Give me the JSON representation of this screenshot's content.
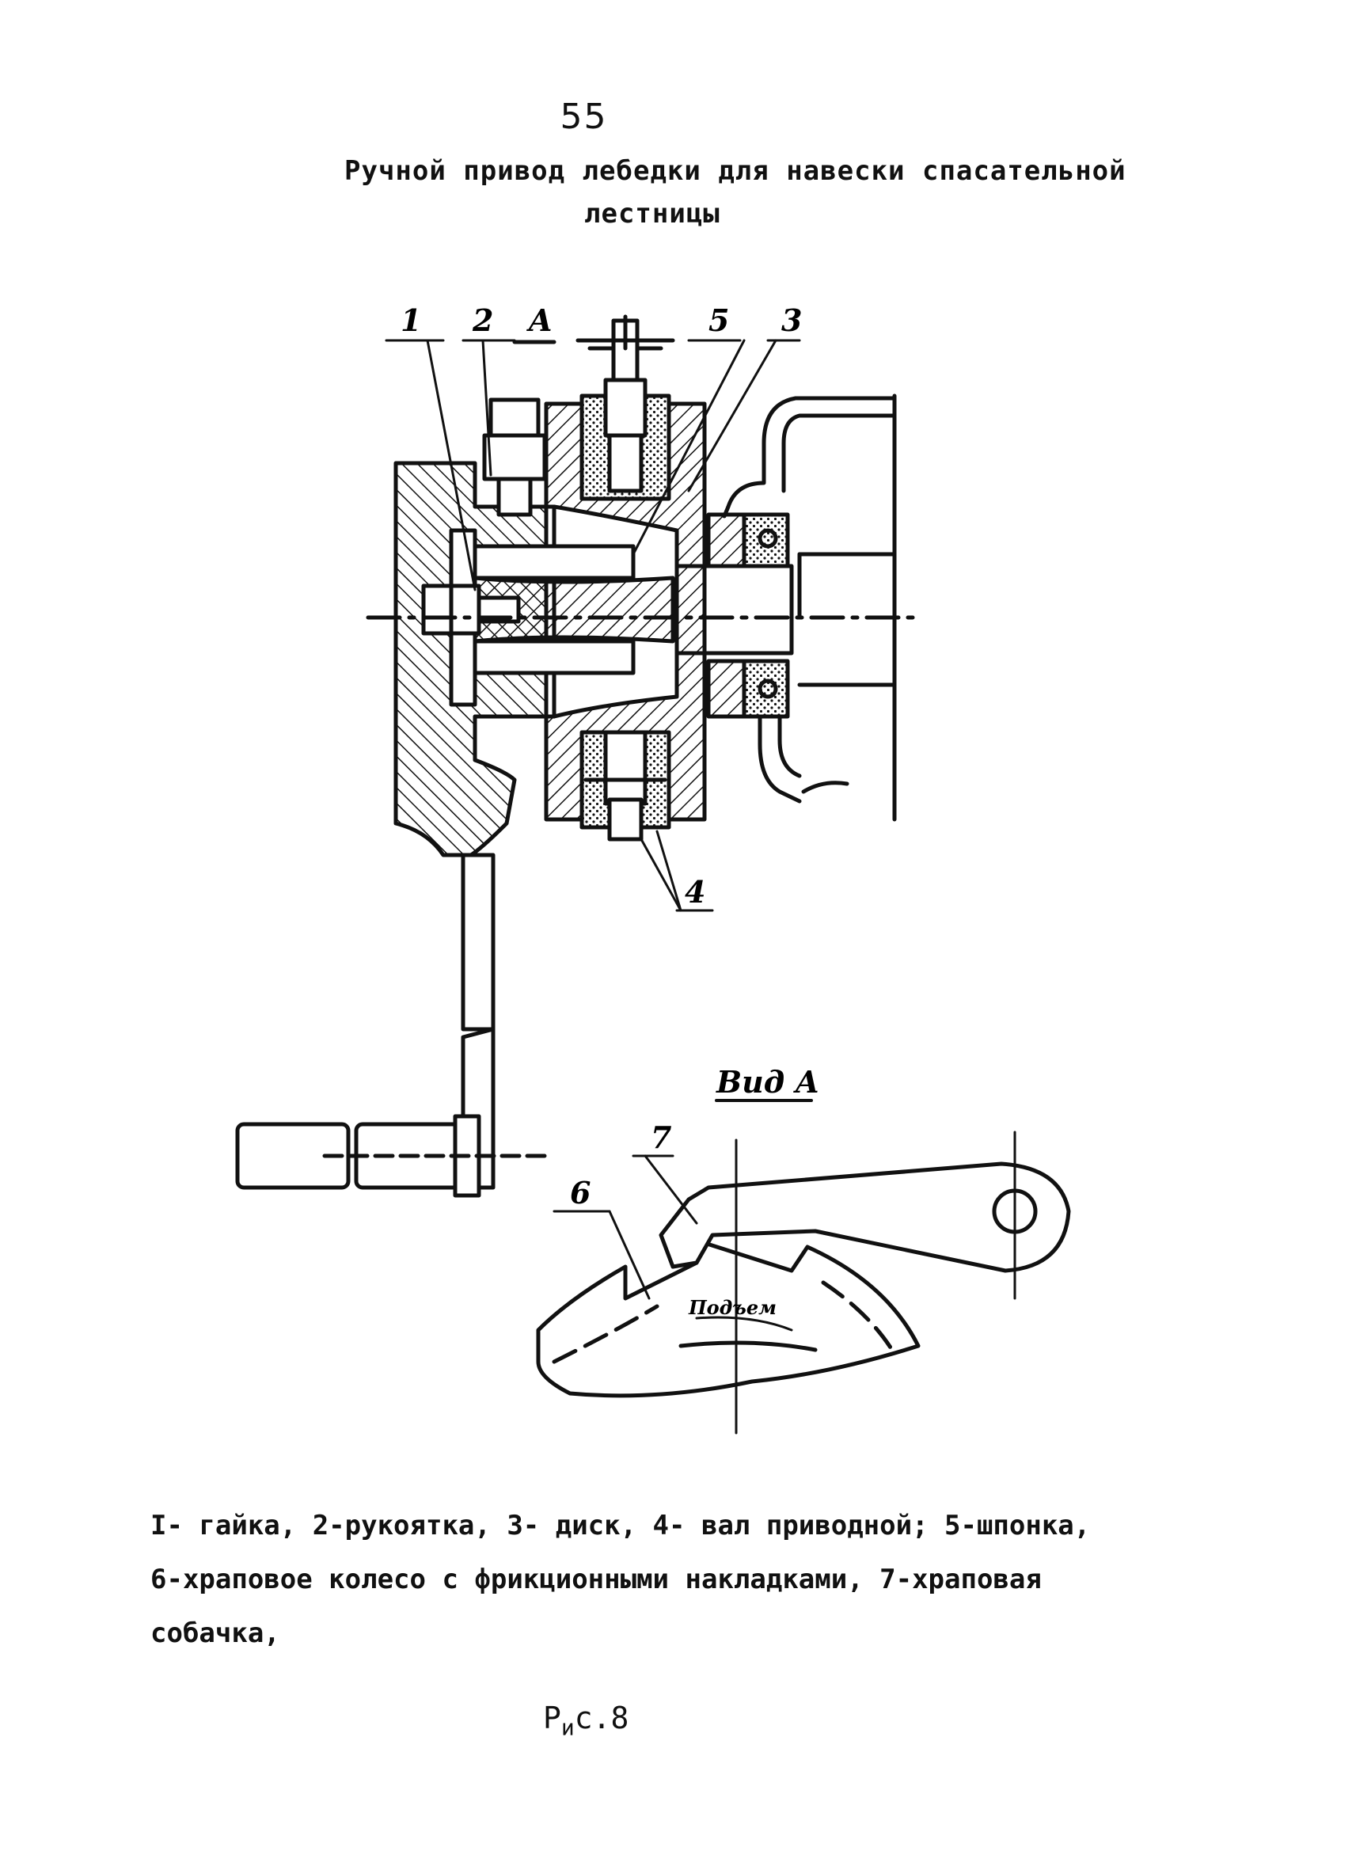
{
  "page_number": "55",
  "title": {
    "line1": "Ручной привод лебедки для навески спасательной",
    "line2": "лестницы"
  },
  "figure": {
    "callouts": [
      "1",
      "2",
      "3",
      "4",
      "5",
      "6",
      "7"
    ],
    "view_marker": "A",
    "view_title": "Вид А",
    "arrow_label": "Подъем"
  },
  "legend": [
    "I- гайка, 2-рукоятка, 3- диск, 4- вал приводной; 5-шпонка,",
    "6-храповое колесо с фрикционными накладками, 7-храповая",
    "собачка,"
  ],
  "caption": {
    "prefix": "Р",
    "sub": "и",
    "suffix": "с.8"
  }
}
